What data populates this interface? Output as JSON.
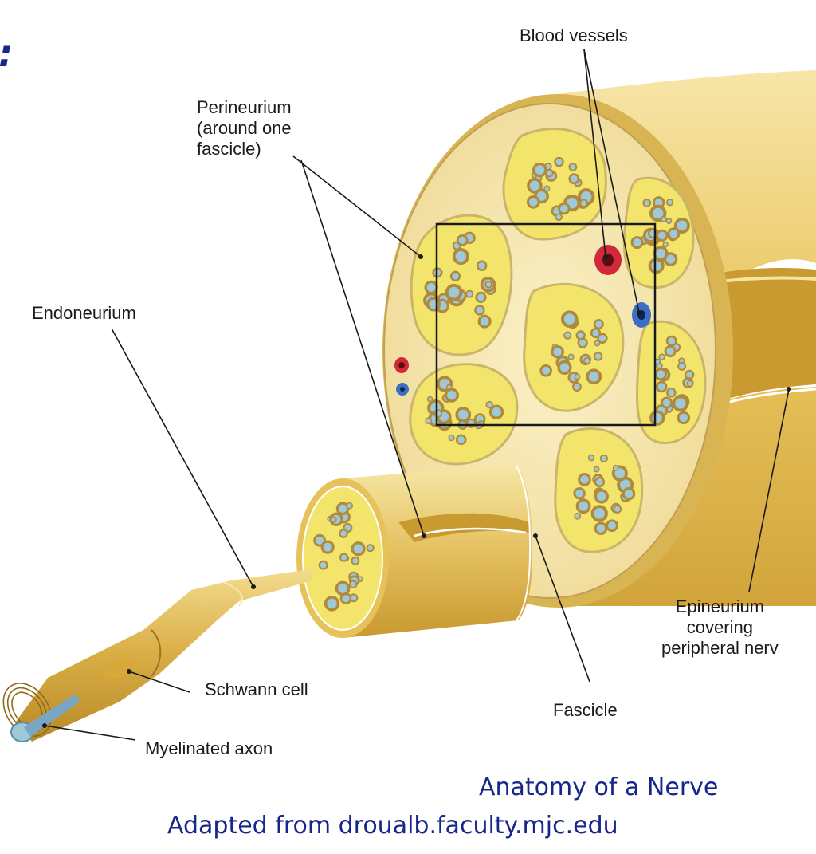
{
  "corner_mark": ":",
  "labels": {
    "blood_vessels": "Blood vessels",
    "perineurium": "Perineurium\n(around one\nfascicle)",
    "endoneurium": "Endoneurium",
    "epineurium": "Epineurium\ncovering\nperipheral nerv",
    "schwann_cell": "Schwann cell",
    "fascicle": "Fascicle",
    "myelinated_axon": "Myelinated axon"
  },
  "caption": {
    "title": "Anatomy of a Nerve",
    "source": "Adapted from droualb.faculty.mjc.edu"
  },
  "colors": {
    "nerve_body": "#e8c25a",
    "fascicle_fill": "#f3e56c",
    "axon_fill": "#9fc8d8",
    "artery": "#d2283c",
    "vein": "#3b6fc4",
    "caption": "#16268a"
  }
}
